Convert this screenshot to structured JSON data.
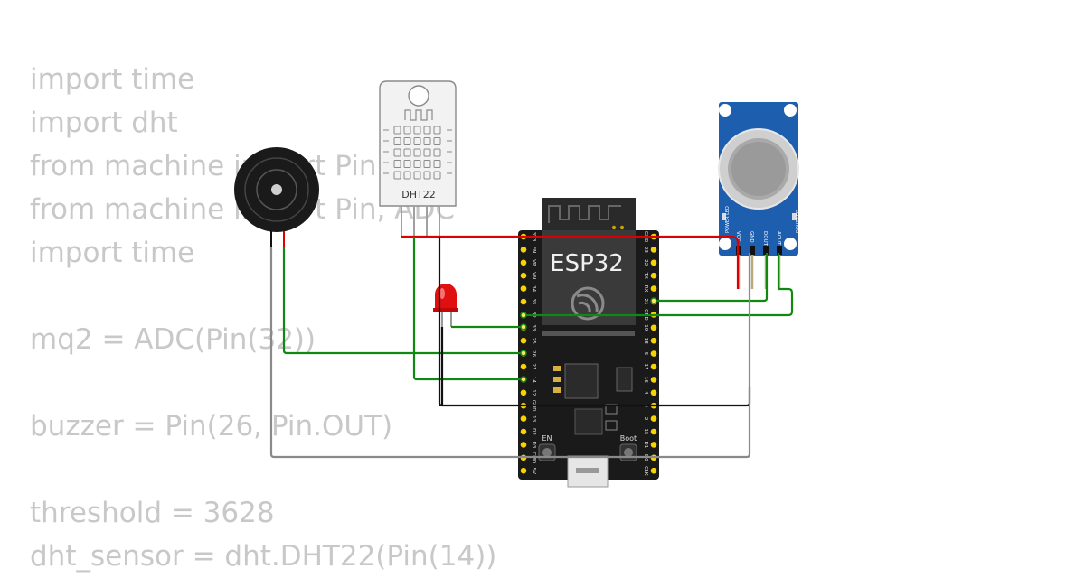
{
  "code_lines": [
    "import time",
    "import dht",
    "from machine import Pin",
    "from machine import Pin, ADC",
    "import time",
    "",
    "mq2 = ADC(Pin(32))",
    "",
    "buzzer = Pin(26, Pin.OUT)",
    "",
    "threshold = 3628",
    "dht_sensor = dht.DHT22(Pin(14))"
  ],
  "components": {
    "dht22": {
      "label": "DHT22"
    },
    "esp32": {
      "label": "ESP32",
      "left_pins": [
        "3V3",
        "EN",
        "VP",
        "VN",
        "34",
        "35",
        "32",
        "33",
        "25",
        "26",
        "27",
        "14",
        "12",
        "GND",
        "13",
        "D2",
        "D3",
        "CMD",
        "5V"
      ],
      "right_pins": [
        "GND",
        "23",
        "22",
        "TX",
        "RX",
        "21",
        "GND",
        "19",
        "18",
        "5",
        "17",
        "16",
        "4",
        "0",
        "2",
        "15",
        "D1",
        "D0",
        "CLK"
      ],
      "en_label": "EN",
      "boot_label": "Boot"
    },
    "mq2": {
      "pins": [
        "VCC",
        "GND",
        "DOUT",
        "AOUT"
      ],
      "led_labels": [
        "POWER LED",
        "DOUT LED"
      ]
    }
  },
  "colors": {
    "code_text": "#c8c8c8",
    "wire_red": "#dd0000",
    "wire_green": "#118811",
    "wire_black": "#111111",
    "wire_gray": "#8a8a8a",
    "board": "#1a1a1a",
    "module_blue": "#1d5fae",
    "pin_yellow": "#f5d400",
    "led_red": "#e01010"
  }
}
